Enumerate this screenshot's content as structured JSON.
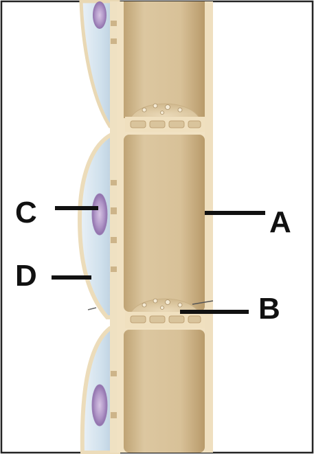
{
  "labels": {
    "a": "A",
    "b": "B",
    "c": "C",
    "d": "D"
  },
  "colors": {
    "border": "#222222",
    "tube_fill": "#d9c39a",
    "tube_dark": "#c4a77a",
    "tube_light": "#ead8b4",
    "wall_cream": "#f2e4c6",
    "companion_cell": "#c9dcea",
    "companion_cell_light": "#e6eef6",
    "nucleus": "#a98cc0",
    "nucleus_inner": "#c8b3d8",
    "leader_line": "#111111"
  }
}
